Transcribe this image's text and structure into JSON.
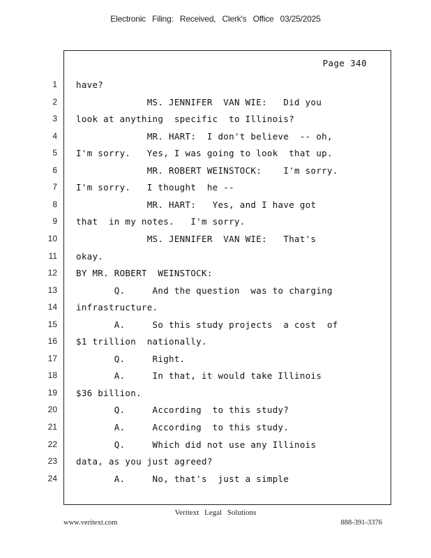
{
  "header": {
    "filing": "Electronic   Filing:   Received,   Clerk's   Office   03/25/2025"
  },
  "page": {
    "page_label": "Page 340"
  },
  "lines": [
    {
      "num": "1",
      "text": "have?"
    },
    {
      "num": "2",
      "text": "             MS. JENNIFER  VAN WIE:   Did you"
    },
    {
      "num": "3",
      "text": "look at anything  specific  to Illinois?"
    },
    {
      "num": "4",
      "text": "             MR. HART:  I don't believe  -- oh,"
    },
    {
      "num": "5",
      "text": "I'm sorry.   Yes, I was going to look  that up."
    },
    {
      "num": "6",
      "text": "             MR. ROBERT WEINSTOCK:    I'm sorry."
    },
    {
      "num": "7",
      "text": "I'm sorry.   I thought  he --"
    },
    {
      "num": "8",
      "text": "             MR. HART:   Yes, and I have got"
    },
    {
      "num": "9",
      "text": "that  in my notes.   I'm sorry."
    },
    {
      "num": "10",
      "text": "             MS. JENNIFER  VAN WIE:   That's"
    },
    {
      "num": "11",
      "text": "okay."
    },
    {
      "num": "12",
      "text": "BY MR. ROBERT  WEINSTOCK:"
    },
    {
      "num": "13",
      "text": "       Q.     And the question  was to charging"
    },
    {
      "num": "14",
      "text": "infrastructure."
    },
    {
      "num": "15",
      "text": "       A.     So this study projects  a cost  of"
    },
    {
      "num": "16",
      "text": "$1 trillion  nationally."
    },
    {
      "num": "17",
      "text": "       Q.     Right."
    },
    {
      "num": "18",
      "text": "       A.     In that, it would take Illinois"
    },
    {
      "num": "19",
      "text": "$36 billion."
    },
    {
      "num": "20",
      "text": "       Q.     According  to this study?"
    },
    {
      "num": "21",
      "text": "       A.     According  to this study."
    },
    {
      "num": "22",
      "text": "       Q.     Which did not use any Illinois"
    },
    {
      "num": "23",
      "text": "data, as you just agreed?"
    },
    {
      "num": "24",
      "text": "       A.     No, that's  just a simple"
    }
  ],
  "footer": {
    "company": "Veritext  Legal  Solutions",
    "website": "www.veritext.com",
    "phone": "888-391-3376"
  }
}
